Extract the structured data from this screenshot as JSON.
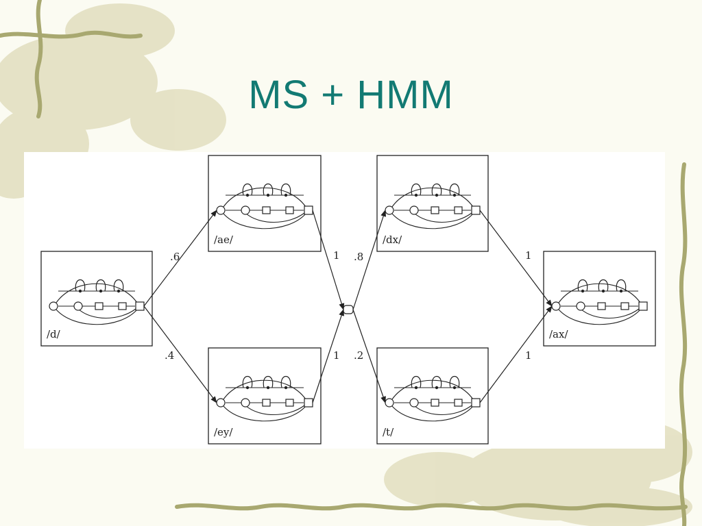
{
  "slide": {
    "title": "MS + HMM",
    "colors": {
      "title": "#127a73",
      "vine": "#a8a870",
      "leaf": "#dedbb9",
      "background": "#fbfbf2"
    }
  },
  "diagram": {
    "phones": [
      {
        "id": "d",
        "label": "/d/"
      },
      {
        "id": "ae",
        "label": "/ae/"
      },
      {
        "id": "ey",
        "label": "/ey/"
      },
      {
        "id": "dx",
        "label": "/dx/"
      },
      {
        "id": "t",
        "label": "/t/"
      },
      {
        "id": "ax",
        "label": "/ax/"
      }
    ],
    "transitions": [
      {
        "from": "d",
        "to": "ae",
        "label": ".6"
      },
      {
        "from": "d",
        "to": "ey",
        "label": ".4"
      },
      {
        "from": "ae",
        "to": "join",
        "label": "1"
      },
      {
        "from": "ey",
        "to": "join",
        "label": "1"
      },
      {
        "from": "join",
        "to": "dx",
        "label": ".8"
      },
      {
        "from": "join",
        "to": "t",
        "label": ".2"
      },
      {
        "from": "dx",
        "to": "ax",
        "label": "1"
      },
      {
        "from": "t",
        "to": "ax",
        "label": "1"
      }
    ]
  }
}
